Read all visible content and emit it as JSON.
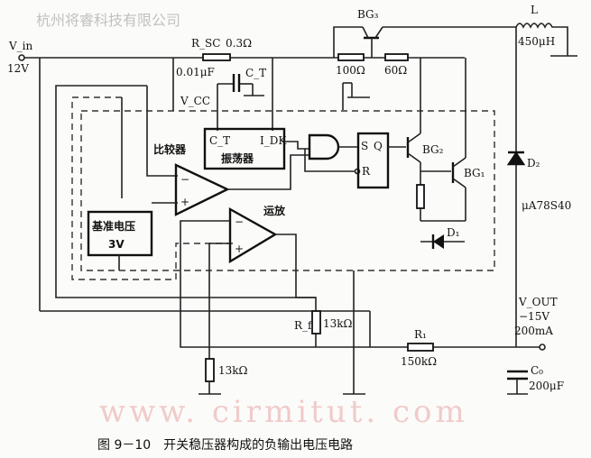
{
  "input": {
    "label": "V_in",
    "value": "12V"
  },
  "rsc": {
    "name": "R_SC",
    "value": "0.3Ω"
  },
  "cap_small": {
    "value": "0.01μF",
    "name": "C_T"
  },
  "vcc": "V_CC",
  "oscillator": {
    "pin_ct": "C_T",
    "pin_ipk": "I_DK",
    "label": "振荡器"
  },
  "comparator": {
    "label": "比较器",
    "minus": "−",
    "plus": "+"
  },
  "flipflop": {
    "s": "S",
    "q": "Q",
    "r": "R"
  },
  "transistors": {
    "bg1": "BG₁",
    "bg2": "BG₂",
    "bg3": "BG₃"
  },
  "resistors": {
    "r100": "100Ω",
    "r60": "60Ω",
    "rf_name": "R_f",
    "rf_value": "13kΩ",
    "r1_name": "R₁",
    "r1_value": "150kΩ",
    "rg_value": "13kΩ"
  },
  "inductor": {
    "name": "L",
    "value": "450μH"
  },
  "diodes": {
    "d1": "D₁",
    "d2": "D₂"
  },
  "chip": "μA78S40",
  "reference": {
    "label": "基准电压",
    "value": "3V"
  },
  "opamp": {
    "label": "运放",
    "minus": "−",
    "plus": "+"
  },
  "output": {
    "label": "V_OUT",
    "voltage": "−15V",
    "current": "200mA"
  },
  "output_cap": {
    "name": "C₀",
    "value": "200μF"
  },
  "caption": "图 9－10　开关稳压器构成的负输出电压电路",
  "watermark": {
    "company": "杭州将睿科技有限公司",
    "url": "www. cirmitut. com"
  }
}
